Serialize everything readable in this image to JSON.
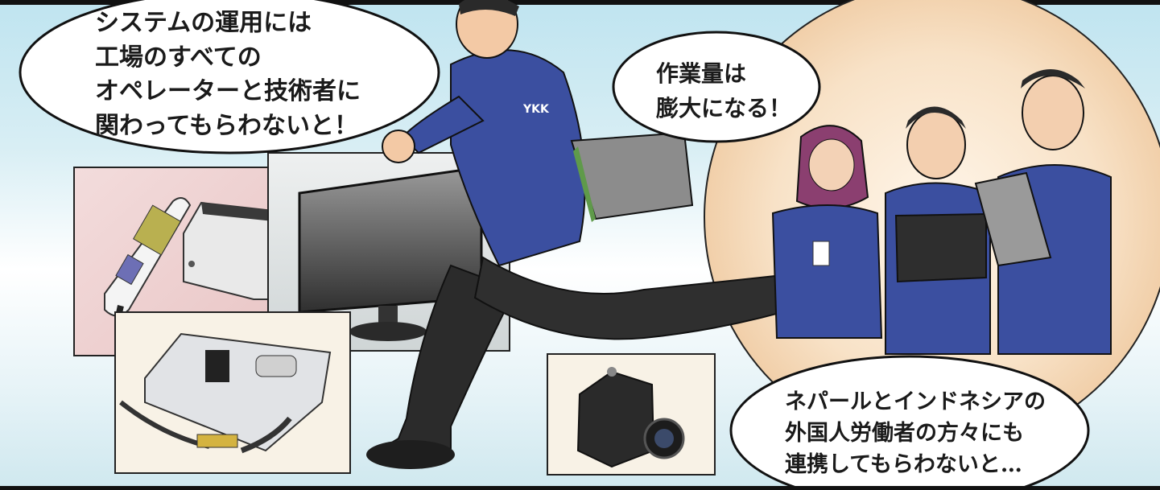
{
  "bubbles": {
    "system_operation": {
      "lines": [
        "システムの運用には",
        "工場のすべての",
        "オペレーターと技術者に",
        "関わってもらわないと！"
      ]
    },
    "workload": {
      "lines": [
        "作業量は",
        "膨大になる！"
      ]
    },
    "foreign_workers": {
      "lines": [
        "ネパールとインドネシアの",
        "外国人労働者の方々にも",
        "連携してもらわないと…"
      ]
    }
  },
  "uniform_logo": "YKK",
  "colors": {
    "sky": "#bfe4f0",
    "uniform": "#3b4fa0",
    "pants": "#2b2b2b",
    "glow": "#f6dcc0",
    "monitor": "#333333",
    "ink": "#111111"
  }
}
